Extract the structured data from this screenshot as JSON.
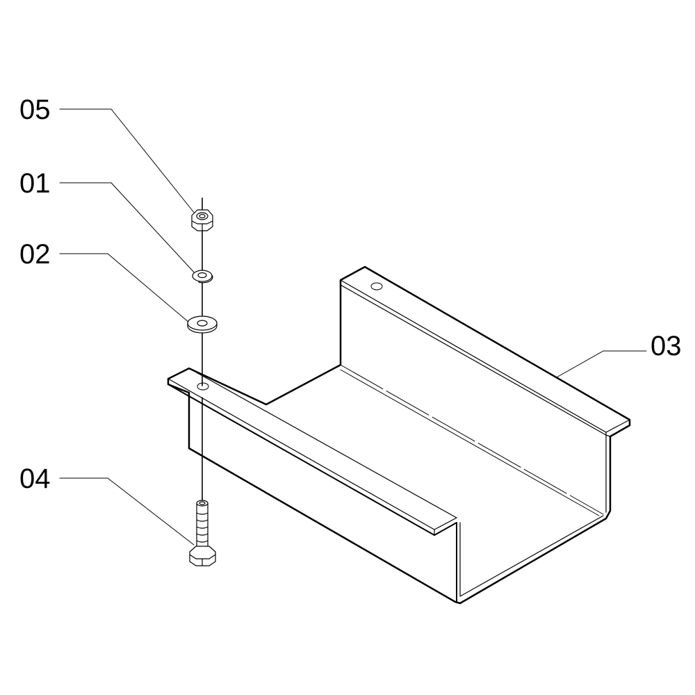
{
  "diagram": {
    "type": "exploded parts drawing",
    "callouts": [
      {
        "id": "05",
        "part": "hex-nut"
      },
      {
        "id": "01",
        "part": "split-lock-washer"
      },
      {
        "id": "02",
        "part": "flat-washer"
      },
      {
        "id": "03",
        "part": "channel-bracket"
      },
      {
        "id": "04",
        "part": "hex-bolt"
      }
    ],
    "colors": {
      "line": "#000000",
      "background": "#ffffff"
    }
  }
}
